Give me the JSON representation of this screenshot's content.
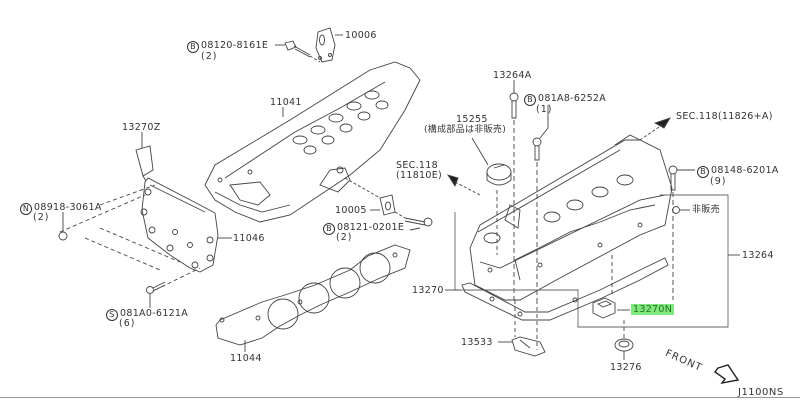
{
  "diagram": {
    "title_code": "J1100NS",
    "front_label": "FRONT",
    "highlight_color": "#7ee87a",
    "parts": [
      {
        "id": "10006",
        "label": "10006"
      },
      {
        "id": "08120-8161E",
        "prefix": "B",
        "label": "08120-8161E",
        "qty": "(2)"
      },
      {
        "id": "11041",
        "label": "11041"
      },
      {
        "id": "13270Z",
        "label": "13270Z"
      },
      {
        "id": "08918-3061A",
        "prefix": "N",
        "label": "08918-3061A",
        "qty": "(2)"
      },
      {
        "id": "11046",
        "label": "11046"
      },
      {
        "id": "081A0-6121A",
        "prefix": "S",
        "label": "081A0-6121A",
        "qty": "(6)"
      },
      {
        "id": "11044",
        "label": "11044"
      },
      {
        "id": "10005",
        "label": "10005"
      },
      {
        "id": "08121-0201E",
        "prefix": "B",
        "label": "08121-0201E",
        "qty": "(2)"
      },
      {
        "id": "sec118-11810E",
        "label": "SEC.118",
        "sub": "(11810E)"
      },
      {
        "id": "15255",
        "label": "15255",
        "note": "(構成部品は非販売)"
      },
      {
        "id": "13264A",
        "label": "13264A"
      },
      {
        "id": "081A8-6252A",
        "prefix": "B",
        "label": "081A8-6252A",
        "qty": "(1)"
      },
      {
        "id": "sec118-11826A",
        "label": "SEC.118(11826+A)"
      },
      {
        "id": "08148-6201A",
        "prefix": "B",
        "label": "08148-6201A",
        "qty": "(9)"
      },
      {
        "id": "not-sold",
        "label": "非販売"
      },
      {
        "id": "13264",
        "label": "13264"
      },
      {
        "id": "13270",
        "label": "13270"
      },
      {
        "id": "13270N",
        "label": "13270N",
        "highlighted": true
      },
      {
        "id": "13533",
        "label": "13533"
      },
      {
        "id": "13276",
        "label": "13276"
      }
    ]
  }
}
